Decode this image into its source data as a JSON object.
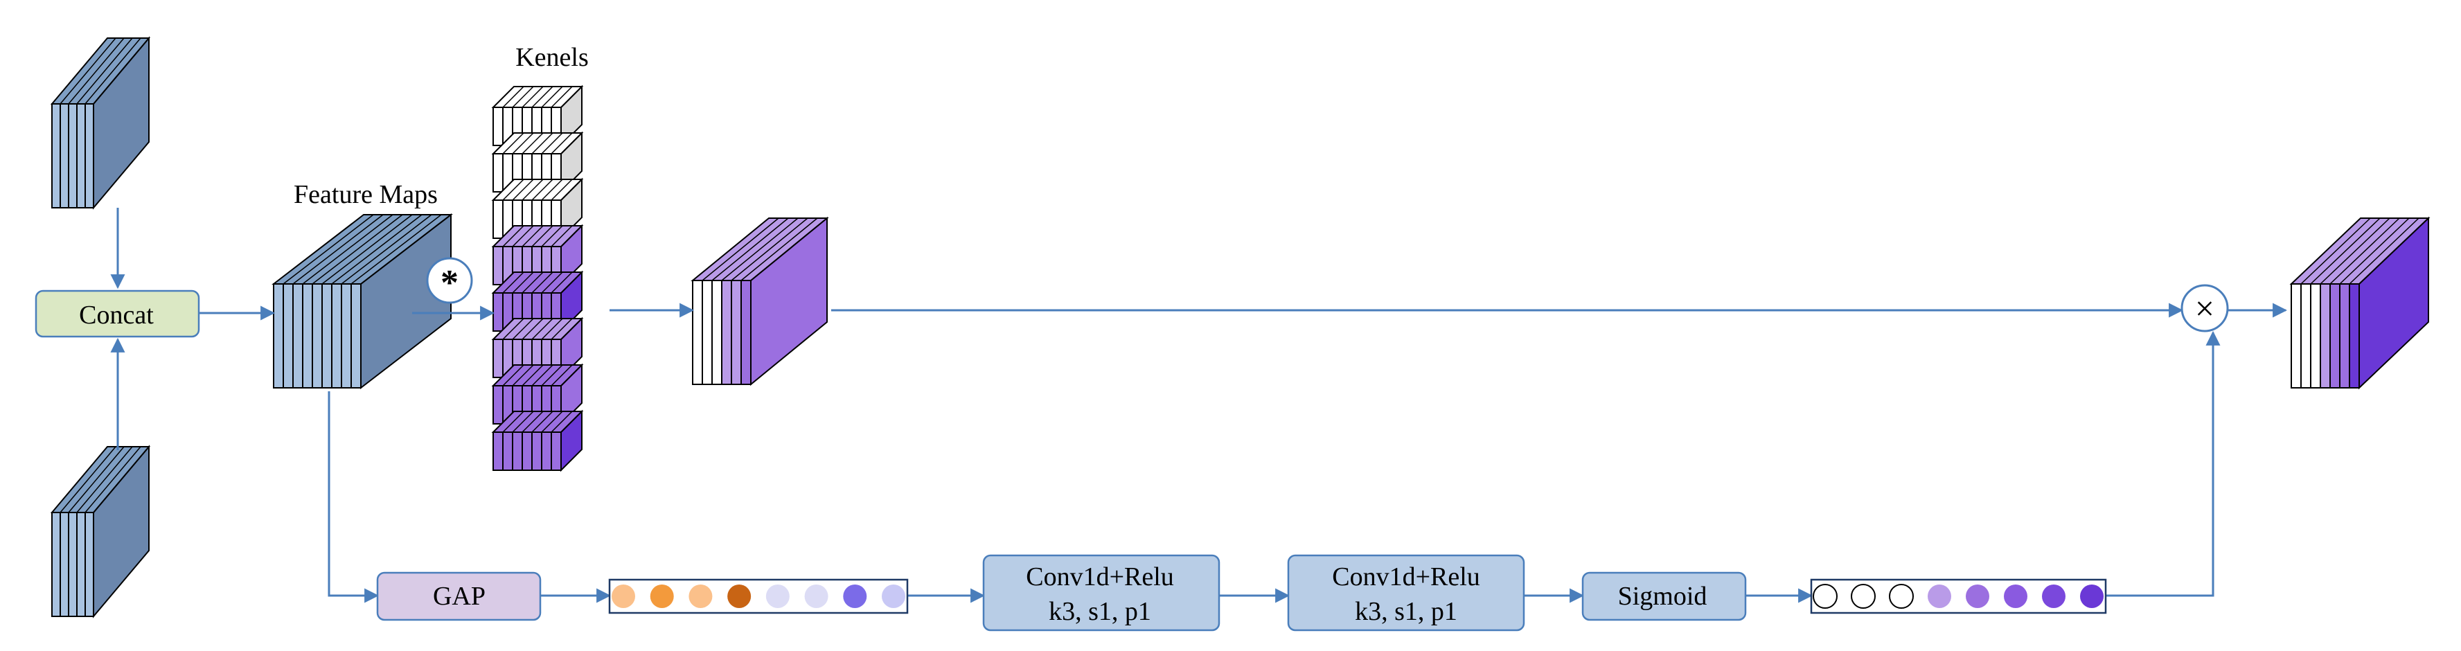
{
  "labels": {
    "kernels": "Kenels",
    "feature_maps": "Feature Maps",
    "conv_symbol": "*",
    "multiply_symbol": "×"
  },
  "boxes": {
    "concat": "Concat",
    "gap": "GAP",
    "conv1_line1": "Conv1d+Relu",
    "conv1_line2": "k3, s1, p1",
    "conv2_line1": "Conv1d+Relu",
    "conv2_line2": "k3, s1, p1",
    "sigmoid": "Sigmoid"
  },
  "colors": {
    "line": "#4a7ebb",
    "stack_blue": "#7f9fc4",
    "stack_blue_side": "#6b87ad",
    "stack_blue_front": "#a8c2e0",
    "purple_light": "#b99be8",
    "purple_mid": "#9b6fe0",
    "purple_dark": "#6a38d6",
    "kernel_white": "#ffffff",
    "kernel_gray": "#d9d9d9",
    "concat_fill": "#dbe8c4",
    "gap_fill": "#d9cbe6",
    "conv_fill": "#b8cde6",
    "gap_vector_colors": [
      "#fbc08a",
      "#f39a3c",
      "#fbc08a",
      "#c86414",
      "#dcdcf5",
      "#dcdcf5",
      "#7b6be8",
      "#c8c8f5"
    ],
    "sigmoid_vector_colors": [
      "#ffffff",
      "#ffffff",
      "#ffffff",
      "#b99be8",
      "#9b6fe0",
      "#8a5ae0",
      "#7a48dc",
      "#6a38d6"
    ]
  }
}
